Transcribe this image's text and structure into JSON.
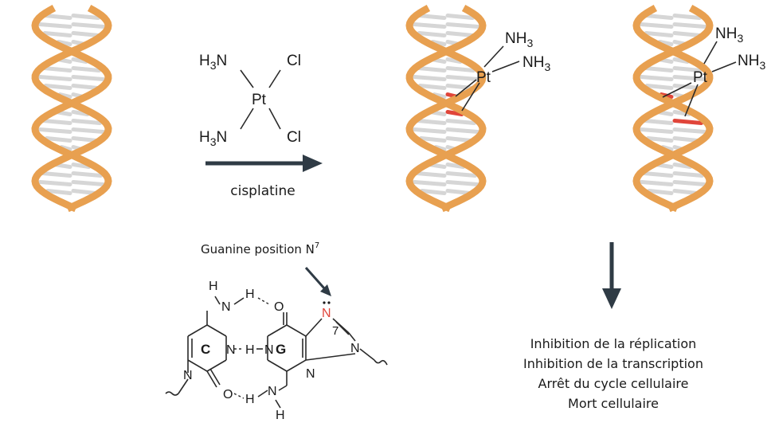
{
  "colors": {
    "strand": "#e8a050",
    "strand_edge": "#c77a28",
    "rung": "#d6d6d6",
    "rung_edge": "#8c8c8c",
    "adduct": "#e0453a",
    "arrow": "#2f3b45",
    "text": "#1a1a1a"
  },
  "cisplatin": {
    "pt": "Pt",
    "ligand_tl": "H3N",
    "ligand_bl": "H3N",
    "ligand_tr": "Cl",
    "ligand_br": "Cl"
  },
  "reaction_arrow_label": "cisplatine",
  "adduct_1": {
    "pt": "Pt",
    "nh3_a": "NH3",
    "nh3_b": "NH3"
  },
  "adduct_2": {
    "pt": "Pt",
    "nh3_a": "NH3",
    "nh3_b": "NH3"
  },
  "guanine_label": {
    "text": "Guanine position N",
    "superscript": "7"
  },
  "base_pair": {
    "base_c": "C",
    "base_g": "G",
    "n7_atom": "N",
    "n7_number": "7",
    "atoms": {
      "N": "N",
      "H": "H",
      "O": "O"
    }
  },
  "effects": [
    "Inhibition de la réplication",
    "Inhibition de la transcription",
    "Arrêt du cycle cellulaire",
    "Mort cellulaire"
  ]
}
